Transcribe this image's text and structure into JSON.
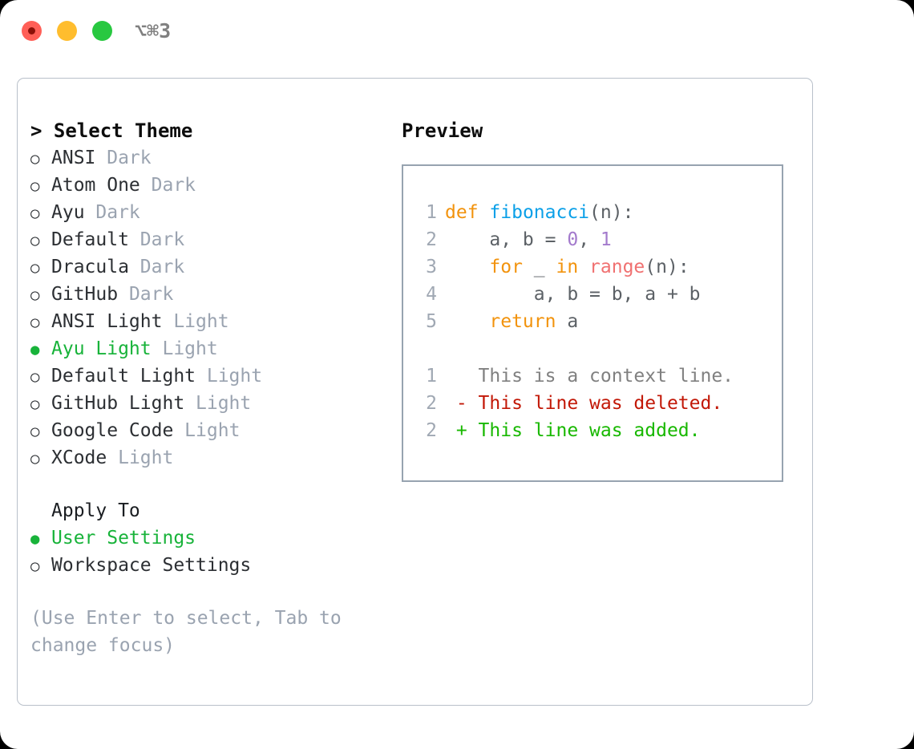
{
  "titlebar": {
    "shortcut": "⌥⌘3",
    "lights": [
      {
        "name": "close",
        "color": "#ff5f57"
      },
      {
        "name": "minimize",
        "color": "#ffbd2e"
      },
      {
        "name": "maximize",
        "color": "#28c840"
      }
    ]
  },
  "theme_panel": {
    "header_prompt": "> ",
    "header": "Select Theme",
    "marker_off": "○",
    "marker_on": "●",
    "items": [
      {
        "marker": "○",
        "label": "ANSI",
        "suffix": " Dark",
        "selected": false
      },
      {
        "marker": "○",
        "label": "Atom One",
        "suffix": " Dark",
        "selected": false
      },
      {
        "marker": "○",
        "label": "Ayu",
        "suffix": " Dark",
        "selected": false
      },
      {
        "marker": "○",
        "label": "Default",
        "suffix": " Dark",
        "selected": false
      },
      {
        "marker": "○",
        "label": "Dracula",
        "suffix": " Dark",
        "selected": false
      },
      {
        "marker": "○",
        "label": "GitHub",
        "suffix": " Dark",
        "selected": false
      },
      {
        "marker": "○",
        "label": "ANSI Light",
        "suffix": " Light",
        "selected": false
      },
      {
        "marker": "●",
        "label": "Ayu Light",
        "suffix": " Light",
        "selected": true
      },
      {
        "marker": "○",
        "label": "Default Light",
        "suffix": " Light",
        "selected": false
      },
      {
        "marker": "○",
        "label": "GitHub Light",
        "suffix": " Light",
        "selected": false
      },
      {
        "marker": "○",
        "label": "Google Code",
        "suffix": " Light",
        "selected": false
      },
      {
        "marker": "○",
        "label": "XCode",
        "suffix": " Light",
        "selected": false
      }
    ]
  },
  "apply_to": {
    "title": "Apply To",
    "items": [
      {
        "marker": "●",
        "label": "User Settings",
        "selected": true
      },
      {
        "marker": "○",
        "label": "Workspace Settings",
        "selected": false
      }
    ]
  },
  "help": {
    "text": "(Use Enter to select, Tab to change focus)"
  },
  "preview": {
    "title": "Preview",
    "code_lines": [
      {
        "no": "1",
        "tokens": [
          {
            "t": "def",
            "c": "kw"
          },
          {
            "t": " ",
            "c": "txt"
          },
          {
            "t": "fibonacci",
            "c": "fn"
          },
          {
            "t": "(n):",
            "c": "txt"
          }
        ]
      },
      {
        "no": "2",
        "tokens": [
          {
            "t": "    a, b = ",
            "c": "txt"
          },
          {
            "t": "0",
            "c": "num"
          },
          {
            "t": ", ",
            "c": "txt"
          },
          {
            "t": "1",
            "c": "num"
          }
        ]
      },
      {
        "no": "3",
        "tokens": [
          {
            "t": "    ",
            "c": "txt"
          },
          {
            "t": "for",
            "c": "kw"
          },
          {
            "t": " _ ",
            "c": "txt"
          },
          {
            "t": "in",
            "c": "kw"
          },
          {
            "t": " ",
            "c": "txt"
          },
          {
            "t": "range",
            "c": "call"
          },
          {
            "t": "(n):",
            "c": "txt"
          }
        ]
      },
      {
        "no": "4",
        "tokens": [
          {
            "t": "        a, b = b, a + b",
            "c": "txt"
          }
        ]
      },
      {
        "no": "5",
        "tokens": [
          {
            "t": "    ",
            "c": "txt"
          },
          {
            "t": "return",
            "c": "kw"
          },
          {
            "t": " a",
            "c": "txt"
          }
        ]
      }
    ],
    "diff_lines": [
      {
        "no": "1",
        "tokens": [
          {
            "t": "   This is a context line.",
            "c": "ctx"
          }
        ]
      },
      {
        "no": "2",
        "tokens": [
          {
            "t": " - This line was deleted.",
            "c": "del"
          }
        ]
      },
      {
        "no": "2",
        "tokens": [
          {
            "t": " + This line was added.",
            "c": "add"
          }
        ]
      }
    ]
  },
  "colors": {
    "accent_green": "#18b33a",
    "keyword_orange": "#f2930d",
    "function_blue": "#0ba0e8",
    "number_purple": "#a37acc",
    "call_red": "#f07171",
    "diff_deleted": "#c21807",
    "diff_added": "#18b800",
    "muted": "#9aa3b0",
    "border": "#b9c0ca",
    "preview_border": "#97a3b0"
  }
}
